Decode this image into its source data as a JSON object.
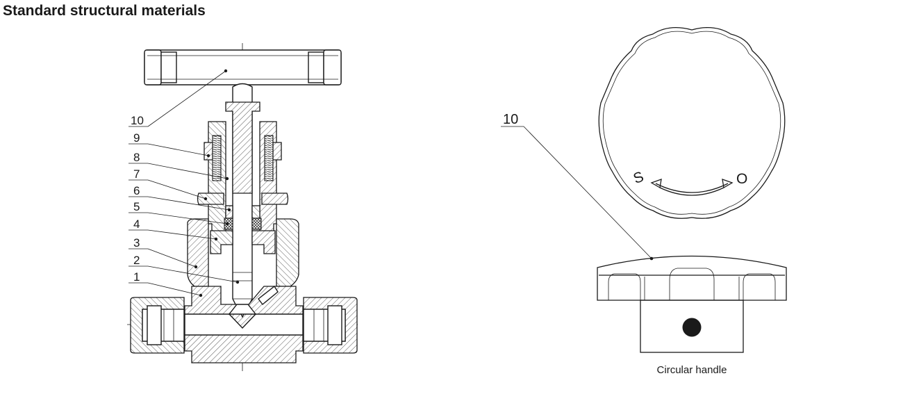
{
  "title": "Standard structural materials",
  "valve_part_labels": [
    "10",
    "9",
    "8",
    "7",
    "6",
    "5",
    "4",
    "3",
    "2",
    "1"
  ],
  "handle_label": "10",
  "handle_direction_marks": {
    "shut": "S",
    "open": "O"
  },
  "handle_caption": "Circular handle",
  "icons": [
    "needle-valve-cross-section",
    "circular-handle-top-view",
    "circular-handle-side-view",
    "rotation-arrow-icon"
  ]
}
